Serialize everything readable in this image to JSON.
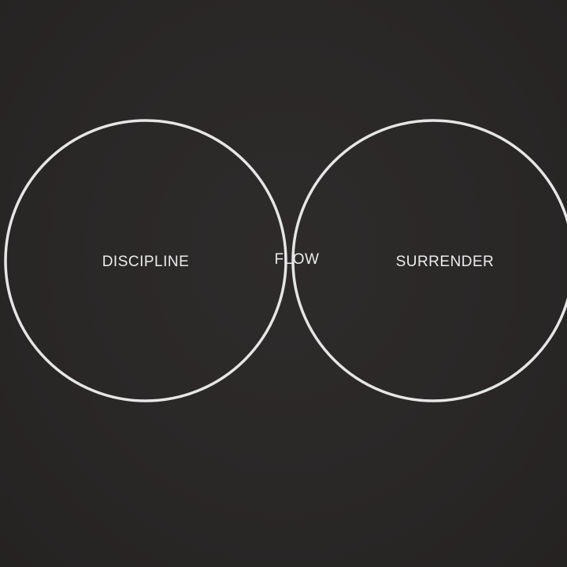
{
  "diagram": {
    "left_circle_label": "DISCIPLINE",
    "right_circle_label": "SURRENDER",
    "overlap_label": "FLOW"
  },
  "colors": {
    "background": "#2a2727",
    "circle_stroke": "#e6e6e6",
    "text": "#ececec",
    "swirl": "#ffffff"
  }
}
